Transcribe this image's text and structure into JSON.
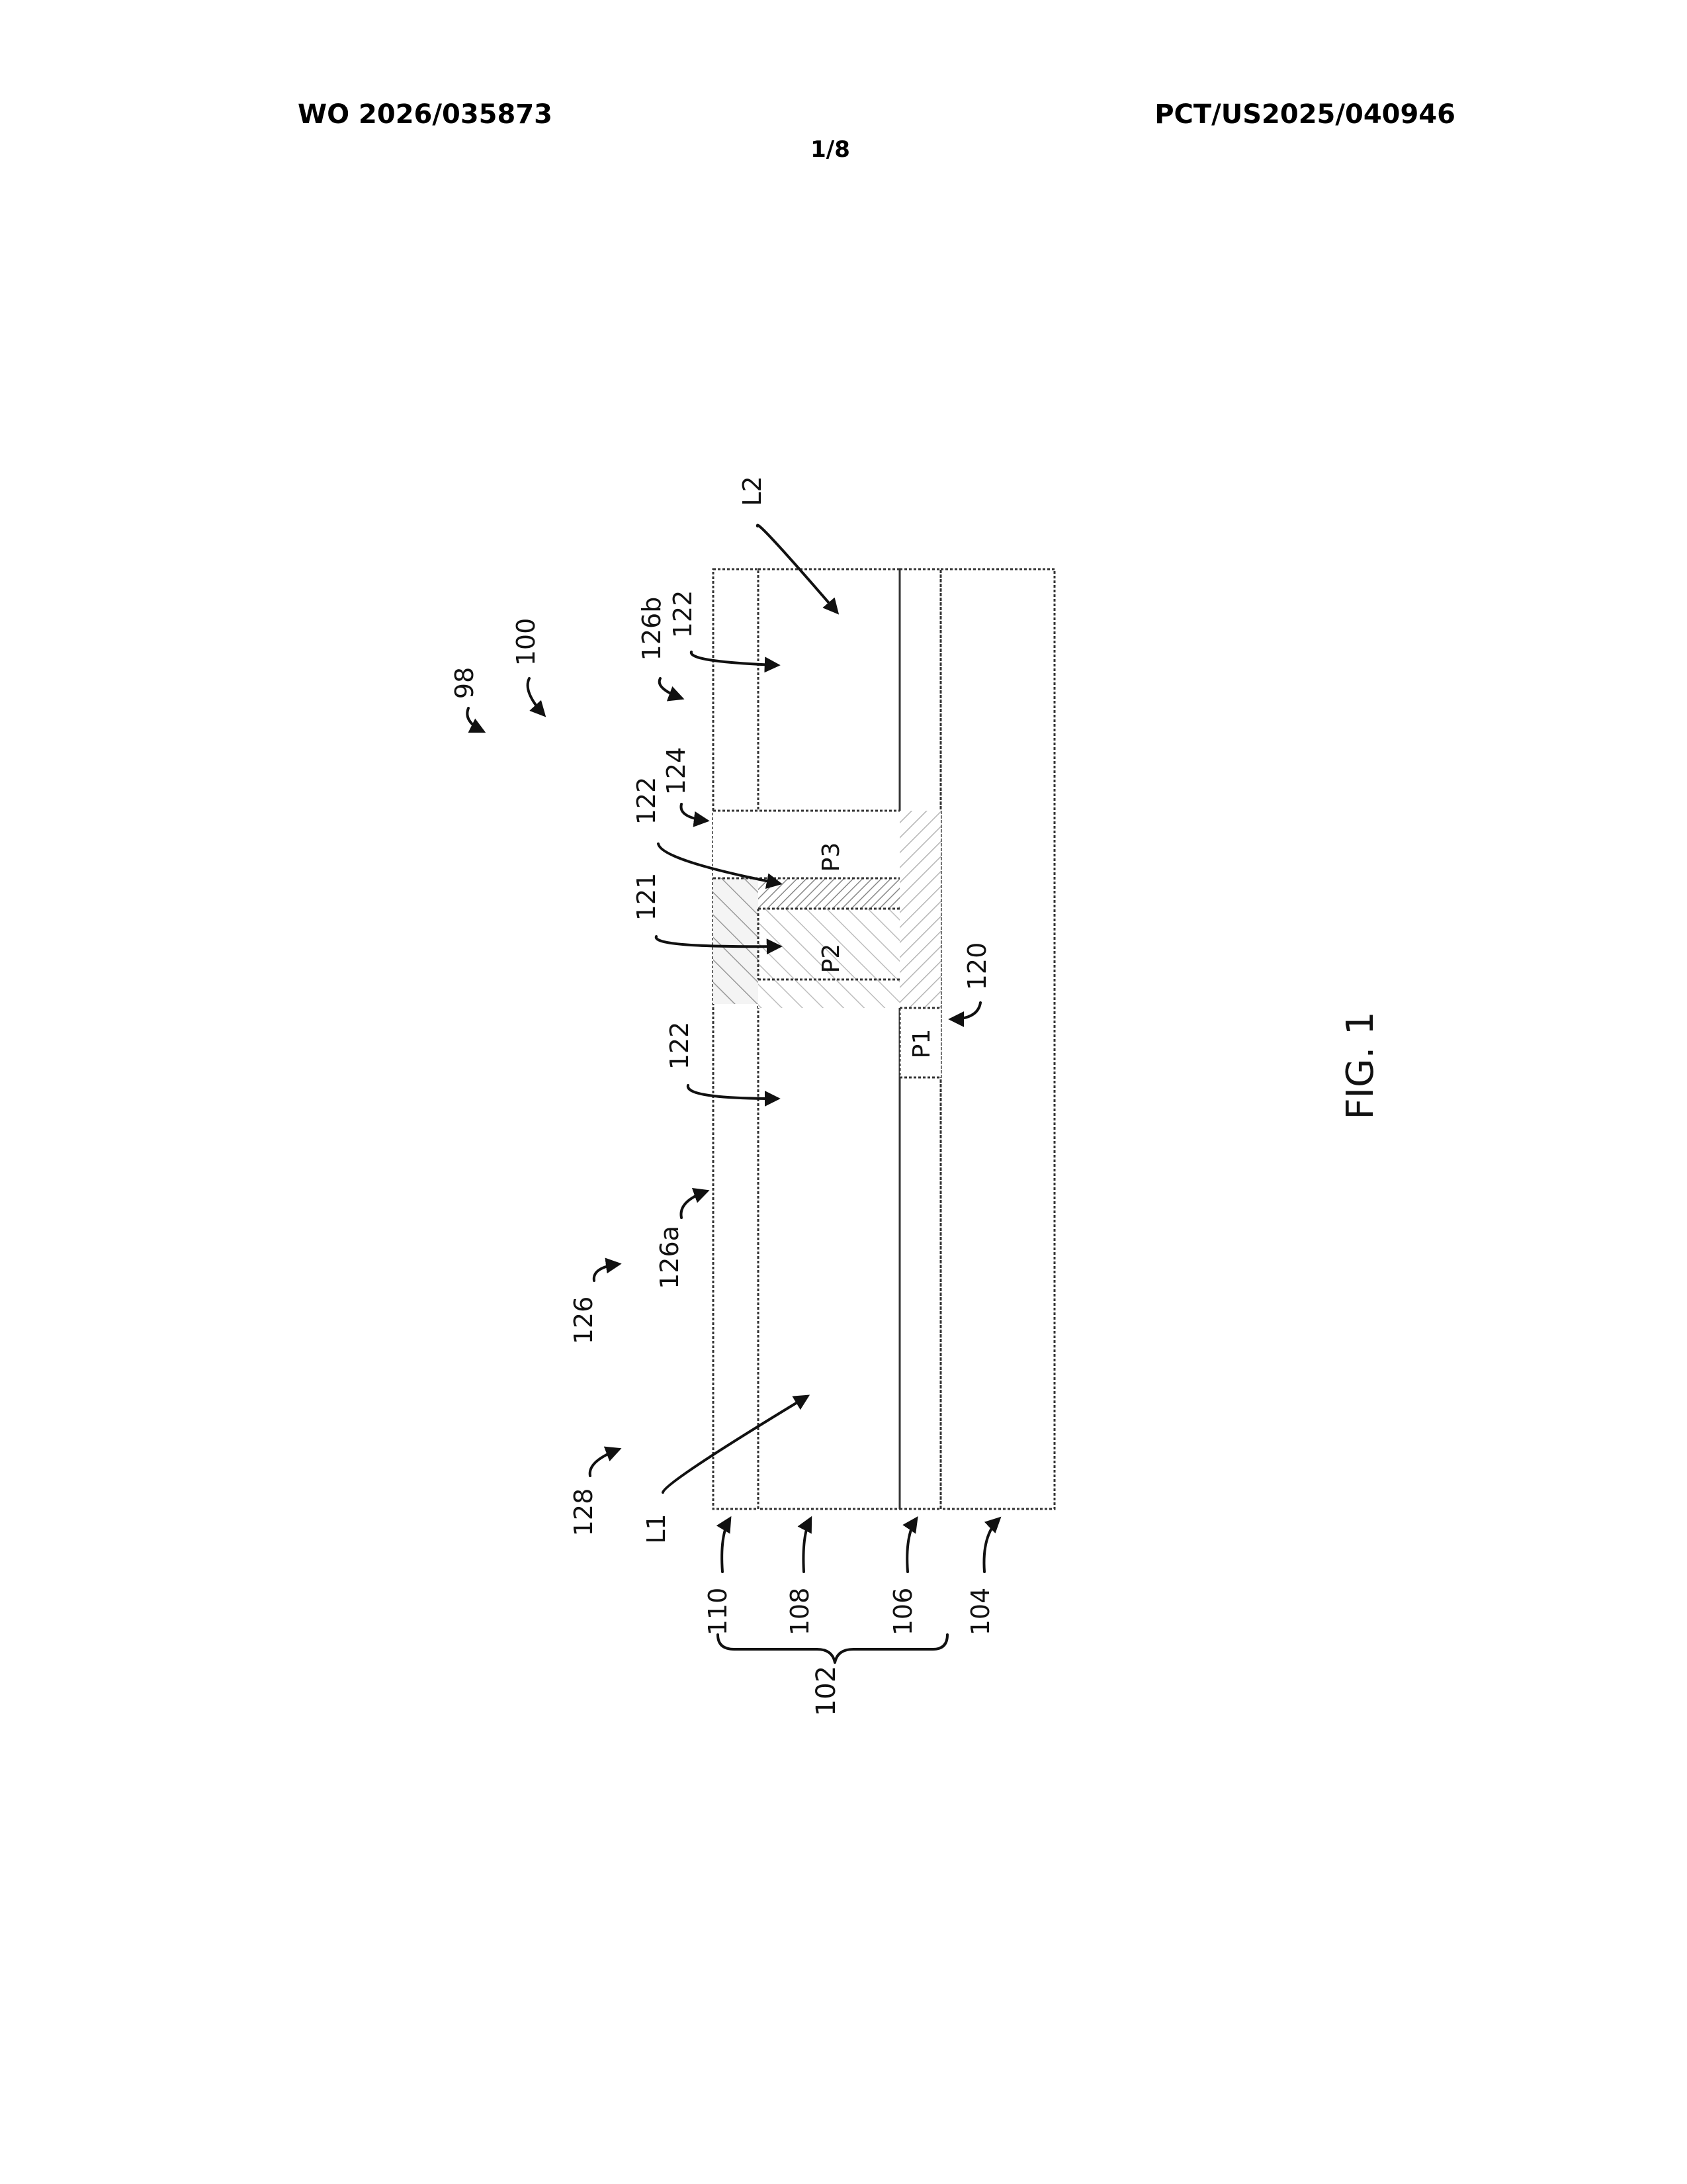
{
  "header": {
    "publication_number": "WO 2026/035873",
    "application_number": "PCT/US2025/040946",
    "sheet_number": "1/8"
  },
  "figure": {
    "caption": "FIG. 1",
    "refs": {
      "r98": "98",
      "r100": "100",
      "r102": "102",
      "r104": "104",
      "r106": "106",
      "r108": "108",
      "r110": "110",
      "r120": "120",
      "r121": "121",
      "r122a": "122",
      "r122b": "122",
      "r122c": "122",
      "r124": "124",
      "r126": "126",
      "r126a": "126a",
      "r126b": "126b",
      "r128": "128",
      "L1": "L1",
      "L2": "L2",
      "P1": "P1",
      "P2": "P2",
      "P3": "P3"
    }
  }
}
